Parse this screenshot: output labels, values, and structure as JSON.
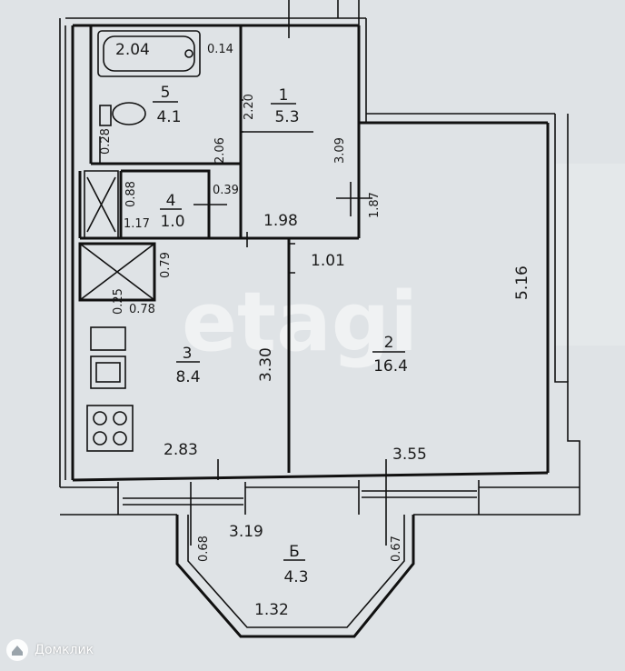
{
  "rooms": [
    {
      "id": "1",
      "area": "5.3"
    },
    {
      "id": "2",
      "area": "16.4"
    },
    {
      "id": "3",
      "area": "8.4"
    },
    {
      "id": "4",
      "area": "1.0"
    },
    {
      "id": "5",
      "area": "4.1"
    },
    {
      "id": "Б",
      "area": "4.3"
    }
  ],
  "dimensions": {
    "bath_tub": "2.04",
    "d_0_14": "0.14",
    "d_2_20": "2.20",
    "d_2_06": "2.06",
    "d_3_09": "3.09",
    "d_0_28": "0.28",
    "d_0_88": "0.88",
    "d_1_17": "1.17",
    "d_0_39": "0.39",
    "d_1_98": "1.98",
    "d_1_87": "1.87",
    "d_1_01": "1.01",
    "d_5_16": "5.16",
    "d_0_79": "0.79",
    "d_0_25": "0.25",
    "d_0_78": "0.78",
    "d_3_30": "3.30",
    "d_2_83": "2.83",
    "d_3_55": "3.55",
    "d_0_68": "0.68",
    "d_3_19": "3.19",
    "d_0_67": "0.67",
    "d_1_32": "1.32"
  },
  "watermark": "etagi",
  "brand": {
    "name": "Домклик",
    "icon": "domclick-logo-icon"
  },
  "colors": {
    "paper": "#dfe3e6",
    "ink": "#111111"
  }
}
